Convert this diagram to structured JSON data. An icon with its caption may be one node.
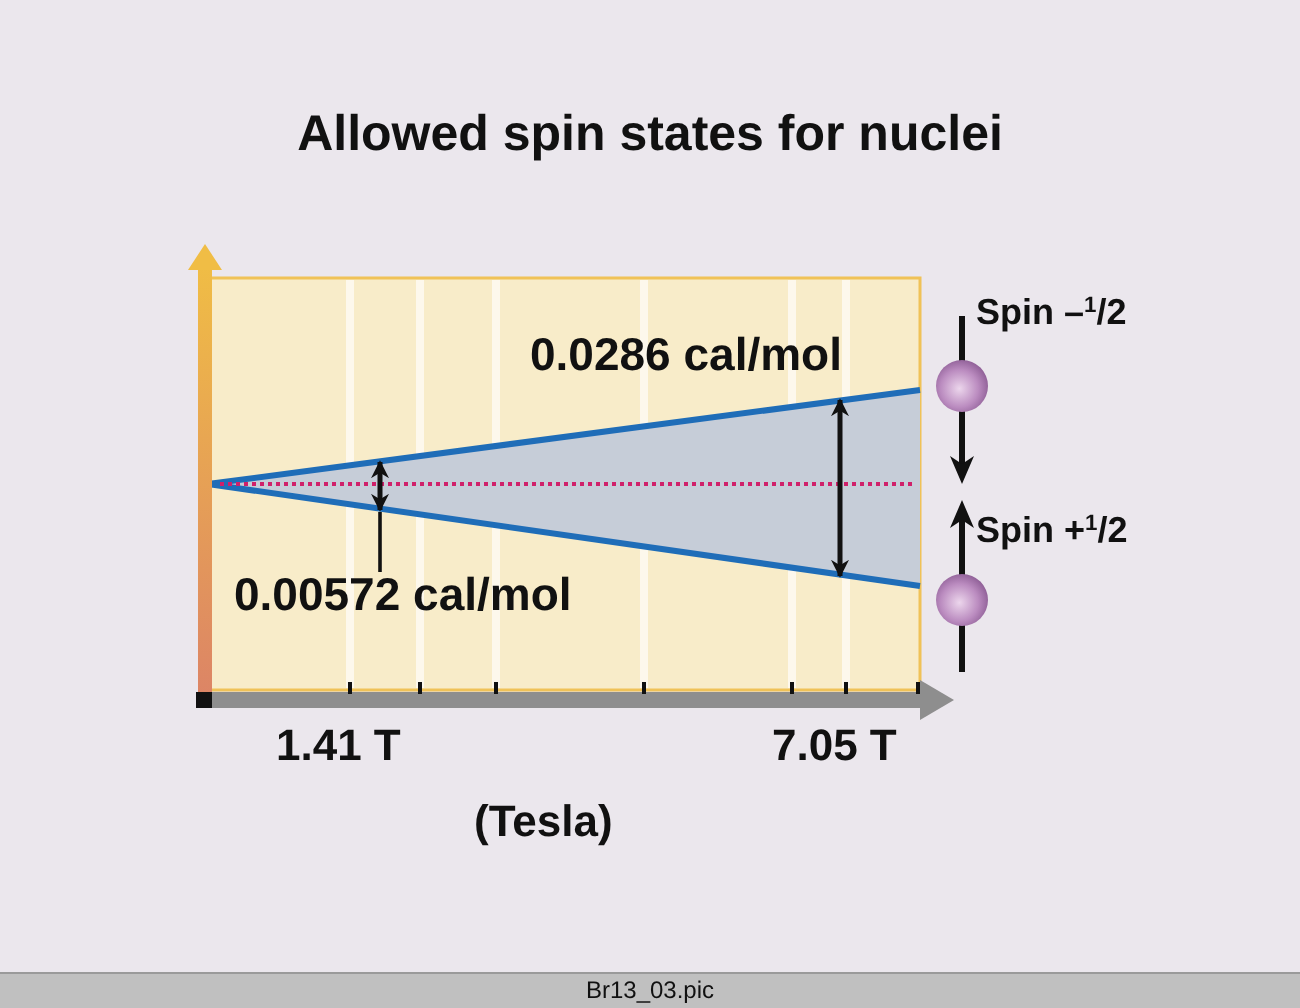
{
  "diagram": {
    "title": "Allowed spin states for nuclei",
    "caption": "Br13_03.pic",
    "nodes": [
      {
        "text": [],
        "shape": "arrow"
      },
      {
        "text": [
          "0.00572 cal/mol"
        ]
      }
    ],
    "edges": [
      {
        "from": 1,
        "to": 0,
        "arrow": "none"
      }
    ],
    "labels": [
      "Spin –$^{1}$/2",
      "0.0286 cal/mol",
      "Spin +$^{1}$/2",
      "1.41 T",
      "7.05 T",
      "(Tesla)"
    ]
  }
}
